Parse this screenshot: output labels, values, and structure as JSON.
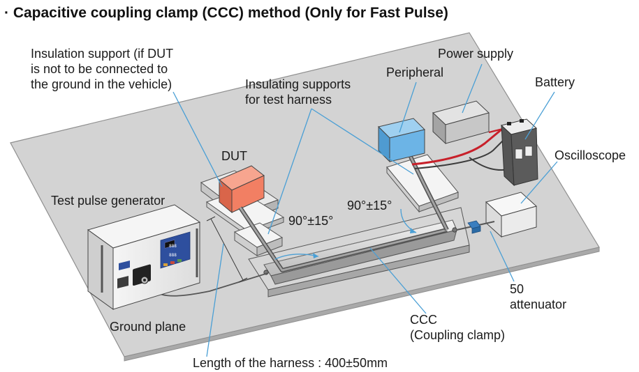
{
  "title": "· Capacitive coupling clamp (CCC) method (Only for Fast Pulse)",
  "labels": {
    "insulation_support": [
      "Insulation support (if DUT",
      "is not to be connected to",
      "the ground in the vehicle)"
    ],
    "insulating_supports": [
      "Insulating supports",
      "for test harness"
    ],
    "peripheral": "Peripheral",
    "power_supply": "Power supply",
    "battery": "Battery",
    "oscilloscope": "Oscilloscope",
    "dut": "DUT",
    "test_pulse_generator": "Test pulse generator",
    "angle_left": "90°±15°",
    "angle_right": "90°±15°",
    "attenuator": [
      "50",
      "attenuator"
    ],
    "ccc": [
      "CCC",
      "(Coupling clamp)"
    ],
    "ground_plane": "Ground plane",
    "harness_length": "Length of the harness : 400±50mm"
  },
  "generator_panel": {
    "display_top": "888",
    "display_bottom": "888"
  },
  "colors": {
    "ground_plane": "#d3d3d3",
    "dut": "#f27f63",
    "peripheral": "#6cb4e6",
    "leader_line": "#4a9fd5",
    "panel_blue": "#2e4f9e",
    "harness_red": "#c8202a"
  }
}
